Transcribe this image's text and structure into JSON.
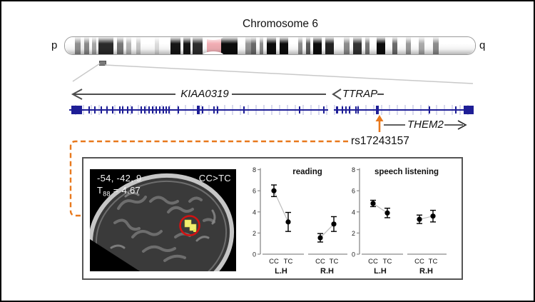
{
  "figure": {
    "title": "Chromosome 6",
    "p_label": "p",
    "q_label": "q"
  },
  "chromosome": {
    "bands": [
      [
        14,
        "#ffffff"
      ],
      [
        8,
        "#909090"
      ],
      [
        5,
        "#f4f4f4"
      ],
      [
        7,
        "#8a8a8a"
      ],
      [
        4,
        "#ffffff"
      ],
      [
        6,
        "#a8a8a8"
      ],
      [
        3,
        "#ffffff"
      ],
      [
        21,
        "#2b2b2b"
      ],
      [
        5,
        "#ffffff"
      ],
      [
        9,
        "#7a7a7a"
      ],
      [
        4,
        "#ffffff"
      ],
      [
        7,
        "#b8b8b8"
      ],
      [
        7,
        "#ffffff"
      ],
      [
        6,
        "#c9c9c9"
      ],
      [
        20,
        "#ffffff"
      ],
      [
        6,
        "#dedede"
      ],
      [
        16,
        "#ffffff"
      ],
      [
        14,
        "#161616"
      ],
      [
        4,
        "#ffffff"
      ],
      [
        10,
        "#161616"
      ],
      [
        3,
        "#ffffff"
      ],
      [
        14,
        "#2e2e2e"
      ],
      [
        6,
        "#ffffff"
      ],
      [
        20,
        "#f2aeb4"
      ],
      [
        23,
        "#0c0c0c"
      ],
      [
        11,
        "#ffffff"
      ],
      [
        8,
        "#989898"
      ],
      [
        7,
        "#6b6b6b"
      ],
      [
        5,
        "#ffffff"
      ],
      [
        5,
        "#8d8d8d"
      ],
      [
        5,
        "#ffffff"
      ],
      [
        13,
        "#0c0c0c"
      ],
      [
        5,
        "#ffffff"
      ],
      [
        12,
        "#0c0c0c"
      ],
      [
        14,
        "#ffffff"
      ],
      [
        6,
        "#8d8d8d"
      ],
      [
        5,
        "#ffffff"
      ],
      [
        6,
        "#5b5b5b"
      ],
      [
        4,
        "#ffffff"
      ],
      [
        12,
        "#0c0c0c"
      ],
      [
        5,
        "#ffffff"
      ],
      [
        12,
        "#242424"
      ],
      [
        14,
        "#ffffff"
      ],
      [
        8,
        "#8d8d8d"
      ],
      [
        5,
        "#ffffff"
      ],
      [
        12,
        "#333333"
      ],
      [
        5,
        "#ffffff"
      ],
      [
        6,
        "#7a7a7a"
      ],
      [
        10,
        "#ffffff"
      ],
      [
        12,
        "#0c0c0c"
      ],
      [
        10,
        "#ffffff"
      ],
      [
        7,
        "#6b6b6b"
      ],
      [
        12,
        "#ffffff"
      ],
      [
        7,
        "#9b9b9b"
      ],
      [
        11,
        "#ffffff"
      ],
      [
        8,
        "#ababab"
      ],
      [
        12,
        "#ffffff"
      ],
      [
        8,
        "#8d8d8d"
      ],
      [
        51,
        "#ffffff"
      ]
    ],
    "centromere_color": "#f2aeb4"
  },
  "genes": {
    "kiaa0319_label": "KIAA0319",
    "ttrap_label": "TTRAP",
    "them2_label": "THEM2",
    "snp_label": "rs17243157"
  },
  "gene_track": {
    "track_color": "#1e1e96",
    "stripe_color": "#d9daee",
    "line_segments": [
      [
        0,
        363
      ],
      [
        371,
        567
      ]
    ],
    "blocks": [
      [
        3,
        15
      ],
      [
        553,
        14
      ]
    ],
    "exon_ticks": [
      [
        123
      ],
      [
        131
      ],
      [
        140
      ],
      [
        148
      ],
      [
        156
      ],
      [
        166
      ],
      [
        170
      ],
      [
        177
      ],
      [
        183
      ],
      [
        196
      ],
      [
        201
      ],
      [
        207
      ],
      [
        212
      ],
      [
        217
      ],
      [
        222
      ],
      [
        227
      ],
      [
        231
      ],
      [
        235
      ],
      [
        248
      ],
      [
        276,
        4,
        12
      ],
      [
        282
      ],
      [
        298
      ],
      [
        303
      ],
      [
        340
      ],
      [
        418
      ],
      [
        452
      ],
      [
        470,
        3,
        10
      ],
      [
        478
      ],
      [
        483
      ],
      [
        488
      ],
      [
        497
      ],
      [
        500
      ],
      [
        527,
        4,
        12
      ],
      [
        600
      ],
      [
        637
      ]
    ]
  },
  "brain_panel": {
    "coordinates": "-54, -42, 9",
    "stat_prefix": "T",
    "stat_sub": "88",
    "stat_rest": " = 4.67",
    "contrast": "CC>TC"
  },
  "chart_data": [
    {
      "type": "line",
      "title": "reading",
      "ylim": [
        0,
        8
      ],
      "yticks": [
        0,
        2,
        4,
        6,
        8
      ],
      "grid": false,
      "groups": [
        {
          "label": "L.H",
          "categories": [
            "CC",
            "TC"
          ],
          "values": [
            6.0,
            3.05
          ],
          "errors": [
            0.55,
            0.9
          ]
        },
        {
          "label": "R.H",
          "categories": [
            "CC",
            "TC"
          ],
          "values": [
            1.55,
            2.85
          ],
          "errors": [
            0.4,
            0.7
          ]
        }
      ]
    },
    {
      "type": "line",
      "title": "speech listening",
      "ylim": [
        0,
        8
      ],
      "yticks": [
        0,
        2,
        4,
        6,
        8
      ],
      "grid": false,
      "groups": [
        {
          "label": "L.H",
          "categories": [
            "CC",
            "TC"
          ],
          "values": [
            4.8,
            3.9
          ],
          "errors": [
            0.3,
            0.45
          ]
        },
        {
          "label": "R.H",
          "categories": [
            "CC",
            "TC"
          ],
          "values": [
            3.3,
            3.6
          ],
          "errors": [
            0.4,
            0.55
          ]
        }
      ]
    }
  ],
  "colors": {
    "accent_orange": "#e8791d",
    "navy": "#1e1e96",
    "arrow_gray": "#4d4d4d",
    "fan_gray": "#c9c9c9",
    "axis_gray": "#8a8a8a",
    "red_circle": "#d21212",
    "activation_yellow": "#f0ee70",
    "panel_border": "#555555"
  }
}
